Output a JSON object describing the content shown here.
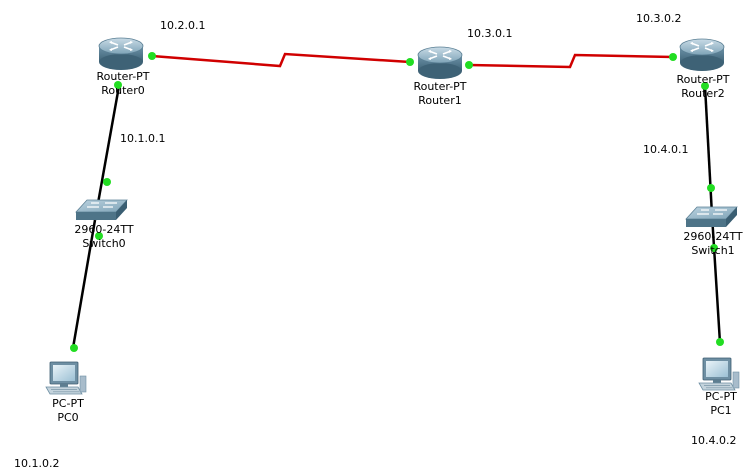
{
  "colors": {
    "background": "#ffffff",
    "serial_link": "#d00000",
    "ethernet_link": "#000000",
    "port_up": "#22dd22",
    "device_body": "#6f97ad",
    "device_dark": "#3e6276"
  },
  "devices": {
    "router0": {
      "model": "Router-PT",
      "name": "Router0",
      "icon": "router-icon"
    },
    "router1": {
      "model": "Router-PT",
      "name": "Router1",
      "icon": "router-icon"
    },
    "router2": {
      "model": "Router-PT",
      "name": "Router2",
      "icon": "router-icon"
    },
    "switch0": {
      "model": "2960-24TT",
      "name": "Switch0",
      "icon": "switch-icon"
    },
    "switch1": {
      "model": "2960-24TT",
      "name": "Switch1",
      "icon": "switch-icon"
    },
    "pc0": {
      "model": "PC-PT",
      "name": "PC0",
      "icon": "pc-icon"
    },
    "pc1": {
      "model": "PC-PT",
      "name": "PC1",
      "icon": "pc-icon"
    }
  },
  "addresses": {
    "r0_serial": "10.2.0.1",
    "r1_serial": "10.3.0.1",
    "r2_serial": "10.3.0.2",
    "r0_lan": "10.1.0.1",
    "r2_lan": "10.4.0.1",
    "pc0_ip": "10.1.0.2",
    "pc1_ip": "10.4.0.2"
  }
}
